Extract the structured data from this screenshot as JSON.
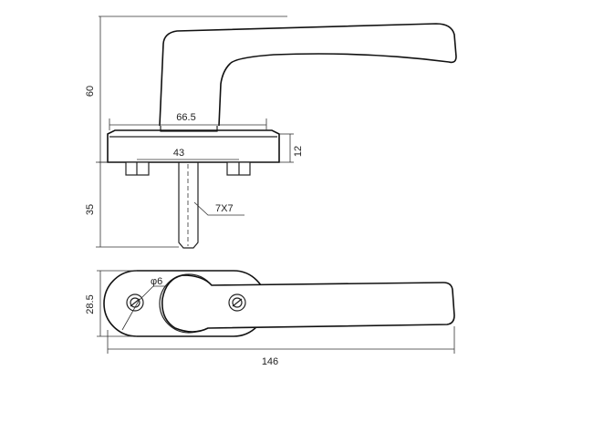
{
  "dimensions": {
    "handle_height": "60",
    "base_width": "66.5",
    "base_height": "12",
    "screw_spacing": "43",
    "spindle_length": "35",
    "spindle_size": "7X7",
    "base_depth": "28.5",
    "screw_hole": "φ6",
    "overall_length": "146"
  }
}
